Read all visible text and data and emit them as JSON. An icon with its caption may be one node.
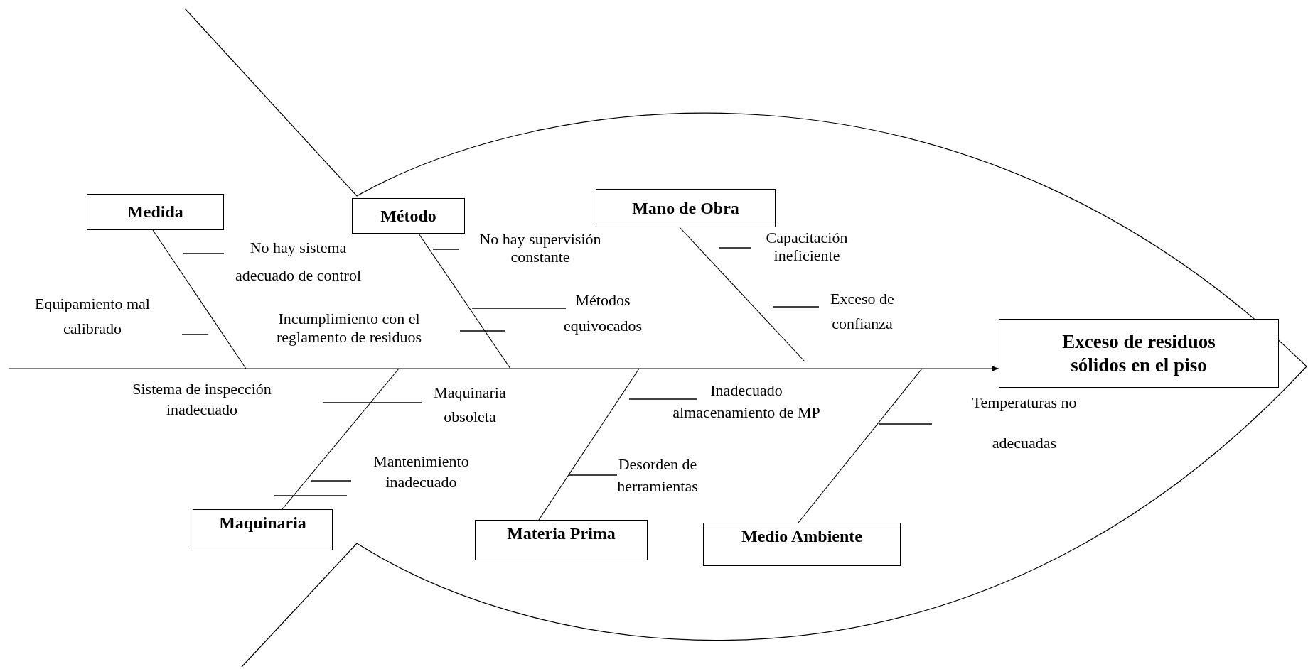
{
  "diagram": {
    "nodes": [
      {
        "text": [
          "Medida"
        ]
      },
      {
        "text": [
          "Método"
        ]
      },
      {
        "text": [
          "Mano de Obra"
        ]
      },
      {
        "text": [
          "Exceso de residuos sólidos en el piso"
        ]
      },
      {
        "text": [
          "Maquinaria"
        ]
      },
      {
        "text": [
          "Materia Prima"
        ]
      },
      {
        "text": [
          "Medio Ambiente"
        ]
      }
    ],
    "edges": [
      {
        "from": 0,
        "to": null,
        "arrow": "none"
      },
      {
        "from": 1,
        "to": null,
        "arrow": "none"
      },
      {
        "from": 2,
        "to": null,
        "arrow": "none"
      },
      {
        "from": 4,
        "to": null,
        "arrow": "none"
      },
      {
        "from": 5,
        "to": null,
        "arrow": "none"
      },
      {
        "from": 6,
        "to": null,
        "arrow": "none"
      },
      {
        "from": null,
        "to": 3,
        "arrow": "to"
      }
    ],
    "labels": [
      "No hay sistema adecuado de control",
      "No hay supervisión constante",
      "Capacitación ineficiente",
      "Equipamiento mal calibrado",
      "Incumplimiento con el reglamento de residuos",
      "Métodos equivocados",
      "Exceso de confianza",
      "Sistema de inspección inadecuado",
      "Maquinaria obsoleta",
      "Inadecuado almacenamiento de MP",
      "Temperaturas no adecuadas",
      "Mantenimiento inadecuado",
      "Desorden de herramientas"
    ]
  }
}
